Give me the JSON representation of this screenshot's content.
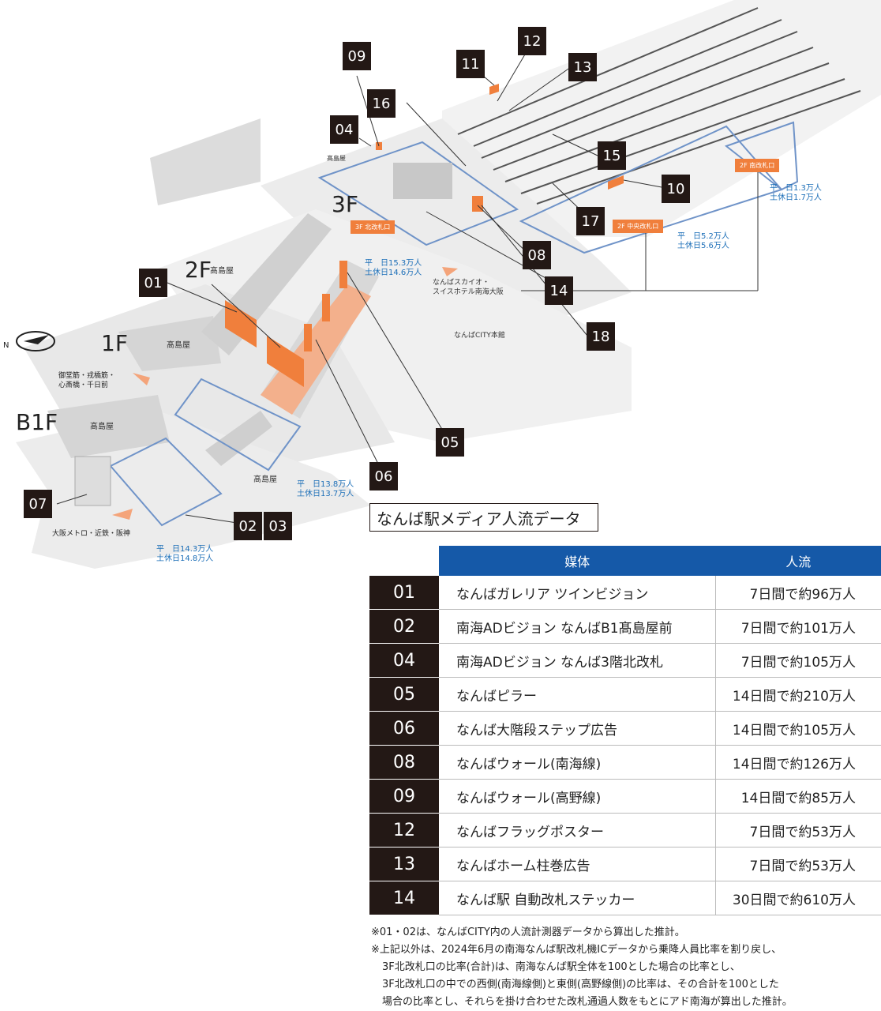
{
  "colors": {
    "accent": "#f07f3c",
    "table_header": "#1559a8",
    "callout": "#231815",
    "flow_text": "#1d6fb8",
    "zone_outline": "#6f93c8"
  },
  "icons": [
    "north-arrow-icon",
    "direction-arrow-icon"
  ],
  "map": {
    "floors": {
      "f3": "3F",
      "f2": "2F",
      "f1": "1F",
      "b1": "B1F"
    },
    "places": {
      "takashimaya_3f": "髙島屋",
      "takashimaya_2f": "髙島屋",
      "takashimaya_1f": "髙島屋",
      "takashimaya_b1_upper": "髙島屋",
      "takashimaya_b1_lower": "髙島屋",
      "skyo": "なんばスカイオ・\nスイスホテル南海大阪",
      "city": "なんばCITY本館"
    },
    "gates": {
      "north": "3F 北改札口",
      "central": "2F 中央改札口",
      "south": "2F 南改札口"
    },
    "flows": {
      "north_gate": "平　日15.3万人\n土休日14.6万人",
      "central_gate": "平　日5.2万人\n土休日5.6万人",
      "south_gate": "平　日1.3万人\n土休日1.7万人",
      "b1_zone": "平　日13.8万人\n土休日13.7万人",
      "b1_left": "平　日14.3万人\n土休日14.8万人"
    },
    "directions": {
      "west": "御堂筋・戎橋筋・\n心斎橋・千日前",
      "metro": "大阪メトロ・近鉄・阪神"
    },
    "callouts": [
      "01",
      "02",
      "03",
      "04",
      "05",
      "06",
      "07",
      "08",
      "09",
      "10",
      "11",
      "12",
      "13",
      "14",
      "15",
      "16",
      "17",
      "18"
    ]
  },
  "legend": {
    "title": "なんば駅メディア人流データ"
  },
  "table": {
    "headers": {
      "media": "媒体",
      "flow": "人流"
    },
    "rows": [
      {
        "num": "01",
        "name": "なんばガレリア ツインビジョン",
        "flow": "7日間で約96万人"
      },
      {
        "num": "02",
        "name": "南海ADビジョン なんばB1髙島屋前",
        "flow": "7日間で約101万人"
      },
      {
        "num": "04",
        "name": "南海ADビジョン なんば3階北改札",
        "flow": "7日間で約105万人"
      },
      {
        "num": "05",
        "name": "なんばピラー",
        "flow": "14日間で約210万人"
      },
      {
        "num": "06",
        "name": "なんば大階段ステップ広告",
        "flow": "14日間で約105万人"
      },
      {
        "num": "08",
        "name": "なんばウォール(南海線)",
        "flow": "14日間で約126万人"
      },
      {
        "num": "09",
        "name": "なんばウォール(高野線)",
        "flow": "14日間で約85万人"
      },
      {
        "num": "12",
        "name": "なんばフラッグポスター",
        "flow": "7日間で約53万人"
      },
      {
        "num": "13",
        "name": "なんばホーム柱巻広告",
        "flow": "7日間で約53万人"
      },
      {
        "num": "14",
        "name": "なんば駅 自動改札ステッカー",
        "flow": "30日間で約610万人"
      }
    ]
  },
  "notes": [
    "※01・02は、なんばCITY内の人流計測器データから算出した推計。",
    "※上記以外は、2024年6月の南海なんば駅改札機ICデータから乗降人員比率を割り戻し、",
    "3F北改札口の比率(合計)は、南海なんば駅全体を100とした場合の比率とし、",
    "3F北改札口の中での西側(南海線側)と東側(高野線側)の比率は、その合計を100とした",
    "場合の比率とし、それらを掛け合わせた改札通過人数をもとにアド南海が算出した推計。"
  ]
}
